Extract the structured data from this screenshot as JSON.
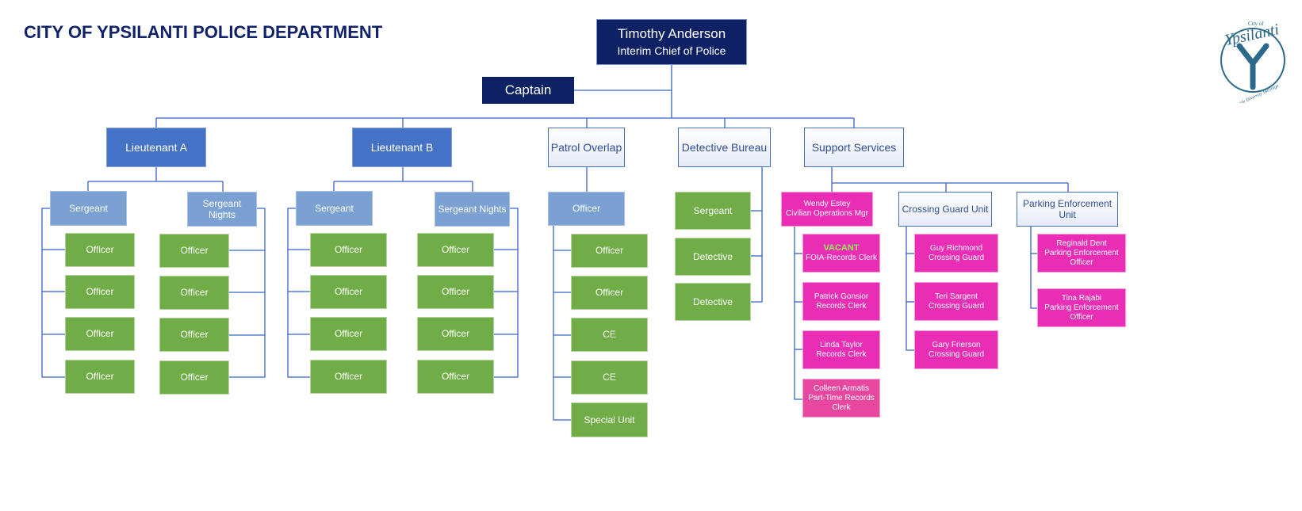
{
  "title": "CITY OF YPSILANTI POLICE DEPARTMENT",
  "chief": {
    "name": "Timothy Anderson",
    "role": "Interim Chief of Police"
  },
  "captain": "Captain",
  "lieutenant_a": {
    "label": "Lieutenant A",
    "sergeant": "Sergeant",
    "sergeant_nights": "Sergeant Nights",
    "left_officers": [
      "Officer",
      "Officer",
      "Officer",
      "Officer"
    ],
    "right_officers": [
      "Officer",
      "Officer",
      "Officer",
      "Officer"
    ]
  },
  "lieutenant_b": {
    "label": "Lieutenant B",
    "sergeant": "Sergeant",
    "sergeant_nights": "Sergeant Nights",
    "left_officers": [
      "Officer",
      "Officer",
      "Officer",
      "Officer"
    ],
    "right_officers": [
      "Officer",
      "Officer",
      "Officer",
      "Officer"
    ]
  },
  "patrol_overlap": {
    "label": "Patrol Overlap",
    "officer": "Officer",
    "members": [
      "Officer",
      "Officer",
      "CE",
      "CE",
      "Special Unit"
    ]
  },
  "detective_bureau": {
    "label": "Detective Bureau",
    "members": [
      "Sergeant",
      "Detective",
      "Detective"
    ]
  },
  "support_services": {
    "label": "Support Services",
    "civilian_ops": {
      "name": "Wendy Estey",
      "role": "Civilian Operations Mgr"
    },
    "records": [
      {
        "name": "VACANT",
        "role": "FOIA-Records Clerk"
      },
      {
        "name": "Patrick Gonsior",
        "role": "Records Clerk"
      },
      {
        "name": "Linda Taylor",
        "role": "Records Clerk"
      },
      {
        "name": "Colleen Armatis",
        "role": "Part-Time Records Clerk"
      }
    ],
    "crossing_guard_unit": {
      "label": "Crossing Guard Unit",
      "members": [
        {
          "name": "Guy Richmond",
          "role": "Crossing Guard"
        },
        {
          "name": "Teri Sargent",
          "role": "Crossing Guard"
        },
        {
          "name": "Gary Frierson",
          "role": "Crossing Guard"
        }
      ]
    },
    "parking_unit": {
      "label": "Parking Enforcement Unit",
      "members": [
        {
          "name": "Reginald Dent",
          "role": "Parking Enforcement Officer"
        },
        {
          "name": "Tina Rajabi",
          "role": "Parking Enforcement Officer"
        }
      ]
    }
  },
  "logo": {
    "text_top": "City of",
    "text_main": "Ypsilanti",
    "motto": "Pride Diversity Heritage"
  },
  "colors": {
    "navy": "#0e2164",
    "lieutenant": "#4472c4",
    "sergeant": "#7ba0d2",
    "officer": "#70ad47",
    "civilian": "#e92db5",
    "line": "#3a63c5",
    "logo": "#2b6a8a"
  }
}
